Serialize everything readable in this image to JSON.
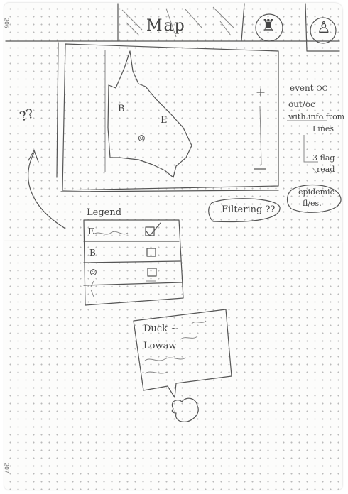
{
  "pages": {
    "top_number": "206",
    "bottom_number": "207"
  },
  "header": {
    "title": "Map"
  },
  "map": {
    "question_marks": "??",
    "markers": [
      "B",
      "E",
      "☺"
    ]
  },
  "notes": {
    "line1": "event",
    "line1_suffix": "OC",
    "line2": "out/oc",
    "line3": "with info",
    "line3_suffix": "from",
    "line4": "Lines",
    "line5": "3 flag",
    "line6": "read",
    "bubble": "epidemic",
    "bubble2": "fl/es.",
    "filtering": "Filtering ??"
  },
  "legend": {
    "title": "Legend",
    "rows": [
      {
        "symbol": "E",
        "checked": true
      },
      {
        "symbol": "B",
        "checked": false
      },
      {
        "symbol": "☺",
        "checked": false
      }
    ]
  },
  "popup": {
    "line1": "Duck",
    "line1_suffix": "~",
    "line2": "Lowaw"
  }
}
